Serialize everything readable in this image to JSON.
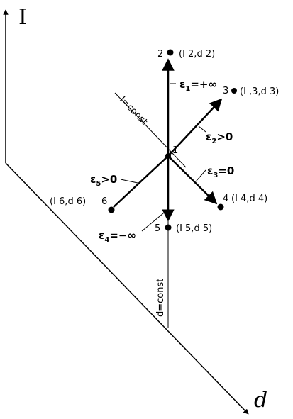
{
  "axes": {
    "vertical_label": "I",
    "horizontal_label": "d"
  },
  "lines": {
    "i_const": "I=const",
    "d_const": "d=const"
  },
  "center_label": "1",
  "points": [
    {
      "num": "2",
      "coord": "(I 2,d 2)"
    },
    {
      "num": "3",
      "coord": "(I ,3,d 3)"
    },
    {
      "num": "4",
      "coord": "(I 4,d 4)"
    },
    {
      "num": "5",
      "coord": "(I 5,d 5)"
    },
    {
      "num": "6",
      "coord": "(I 6,d 6)"
    }
  ],
  "epsilons": [
    {
      "name": "ε",
      "sub": "1",
      "rel": "=+∞"
    },
    {
      "name": "ε",
      "sub": "2",
      "rel": ">0"
    },
    {
      "name": "ε",
      "sub": "3",
      "rel": "=0"
    },
    {
      "name": "ε",
      "sub": "4",
      "rel": "=−∞"
    },
    {
      "name": "ε",
      "sub": "5",
      "rel": ">0"
    }
  ],
  "colors": {
    "ink": "#000000",
    "background": "#ffffff"
  }
}
